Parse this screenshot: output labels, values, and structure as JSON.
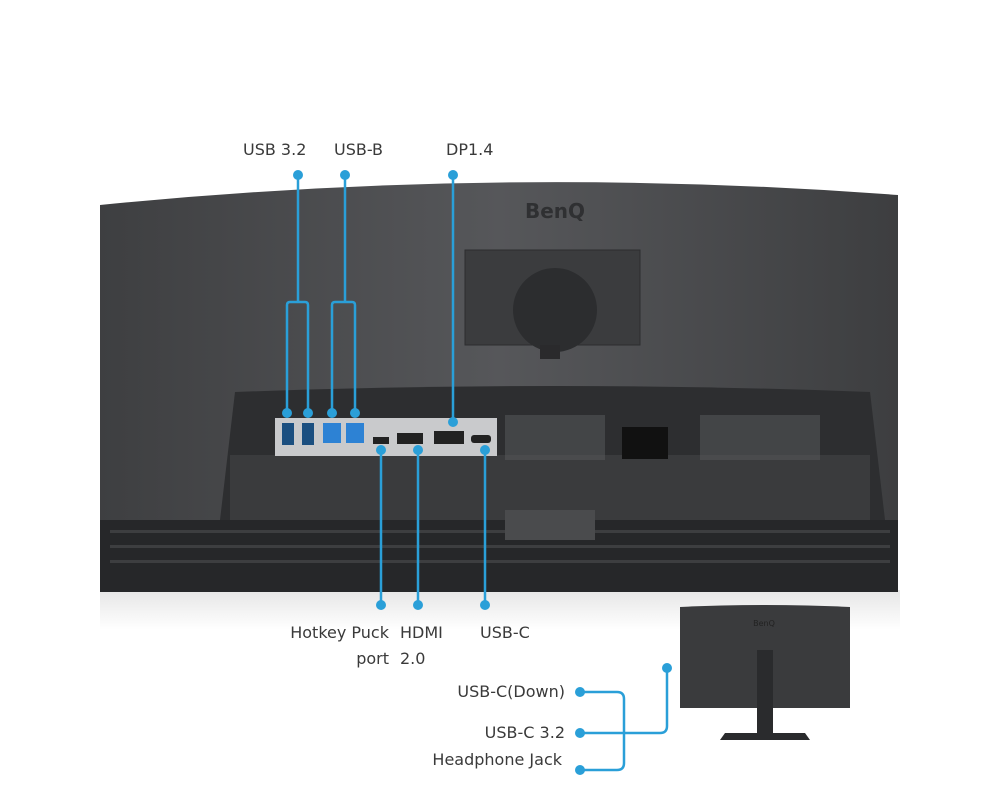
{
  "brand": "BenQ",
  "accent_color": "#2a9fd8",
  "top_labels": {
    "usb32": "USB 3.2",
    "usbb": "USB-B",
    "dp": "DP1.4"
  },
  "bottom_labels": {
    "hotkey_line1": "Hotkey Puck",
    "hotkey_line2": "port",
    "hdmi_line1": "HDMI",
    "hdmi_line2": "2.0",
    "usbc": "USB-C"
  },
  "side_labels": {
    "usbc_down": "USB-C(Down)",
    "usbc32": "USB-C 3.2",
    "headphone": "Headphone Jack"
  }
}
